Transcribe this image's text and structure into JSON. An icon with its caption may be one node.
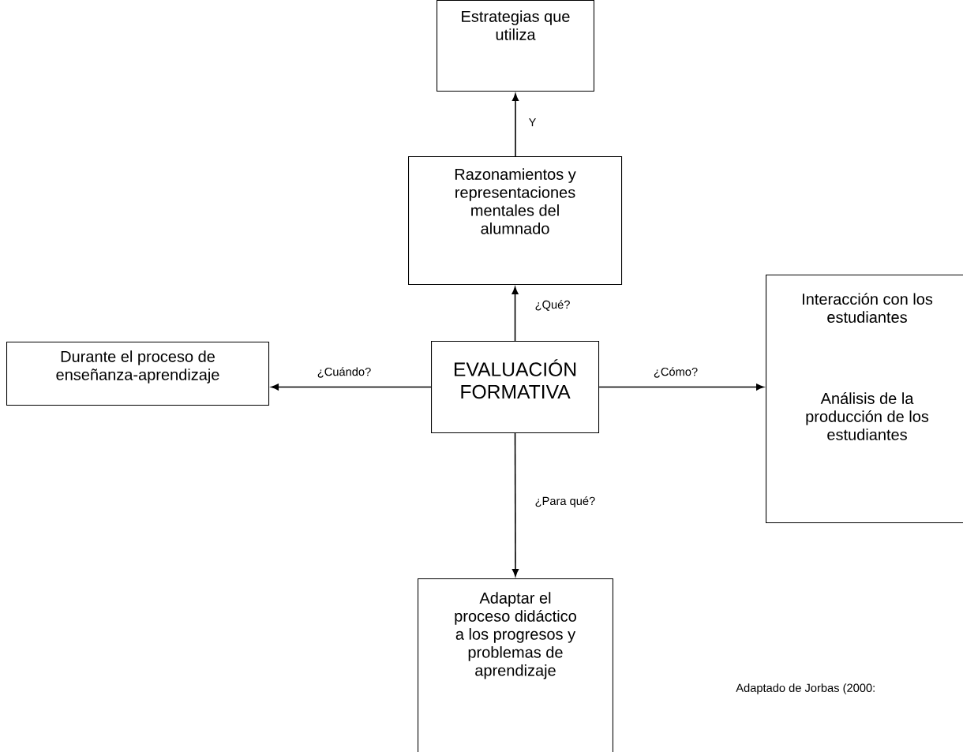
{
  "diagram": {
    "nodes": [
      {
        "text": [
          "Estrategias que utiliza"
        ]
      },
      {
        "text": [
          "Razonamientos y representaciones mentales del alumnado"
        ]
      },
      {
        "text": [
          "EVALUACIÓN FORMATIVA"
        ]
      },
      {
        "text": [
          "Durante el proceso de enseñanza-aprendizaje"
        ]
      },
      {
        "text": [
          "Interacción con los estudiantes",
          "Análisis de la producción de los estudiantes"
        ]
      },
      {
        "text": [
          "Adaptar el proceso didáctico a los progresos y problemas de aprendizaje"
        ]
      }
    ],
    "edges": [
      {
        "from": 1,
        "to": 0,
        "arrow": "to",
        "label": "Y"
      },
      {
        "from": 2,
        "to": 1,
        "arrow": "to",
        "label": "¿Qué?"
      },
      {
        "from": 2,
        "to": 3,
        "arrow": "to",
        "label": "¿Cuándo?"
      },
      {
        "from": 2,
        "to": 4,
        "arrow": "to",
        "label": "¿Cómo?"
      },
      {
        "from": 2,
        "to": 5,
        "arrow": "to",
        "label": "¿Para qué?"
      }
    ],
    "labels": [
      "Adaptado de Jorbas (2000:"
    ]
  }
}
